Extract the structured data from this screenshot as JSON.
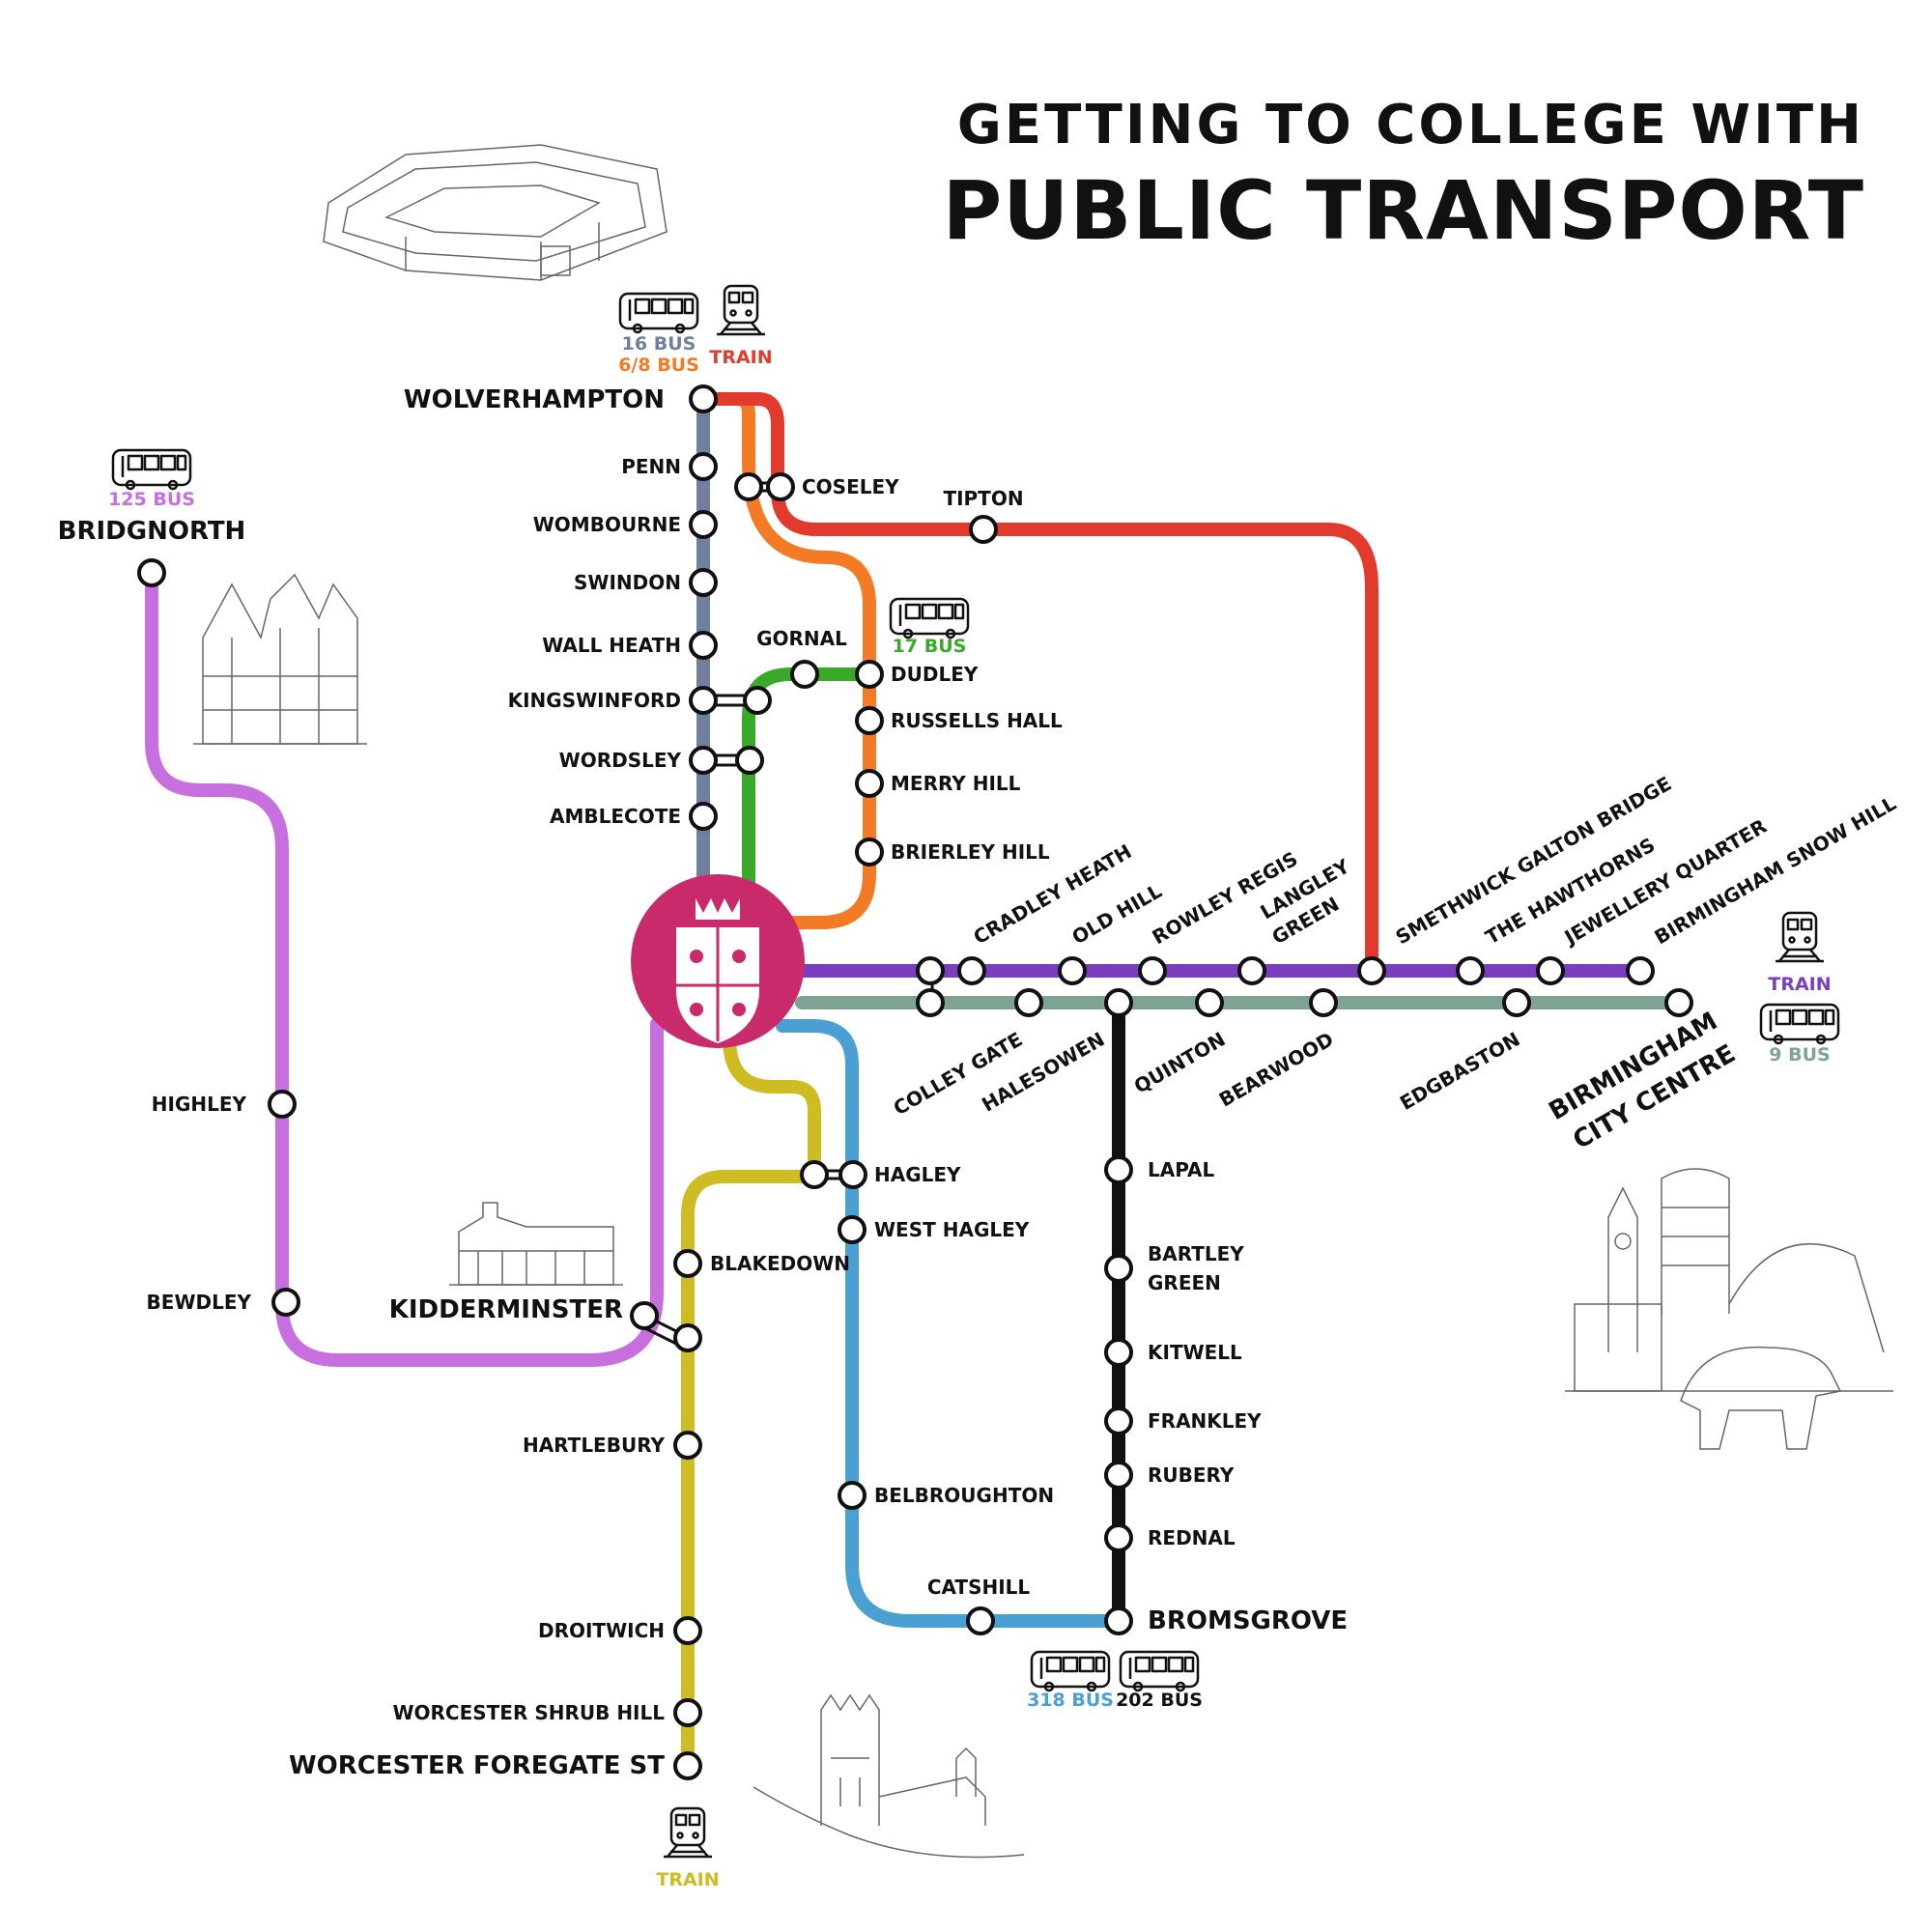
{
  "title": {
    "line1": "GETTING TO COLLEGE WITH",
    "line2": "PUBLIC TRANSPORT"
  },
  "colors": {
    "red_train": "#e23b2e",
    "orange_bus": "#f47b25",
    "slate_bus": "#6f7f9e",
    "green_bus": "#3aa829",
    "purple_train": "#7a3fbf",
    "sage_bus": "#7fa393",
    "lilac_bus": "#c86fe0",
    "yellow_train": "#cfbb22",
    "blue_bus": "#4ba0d3",
    "black_bus": "#111111",
    "college": "#c92a6b"
  },
  "services": {
    "wolverhampton_bus_a": "16 BUS",
    "wolverhampton_bus_b": "6/8 BUS",
    "wolverhampton_train": "TRAIN",
    "bridgnorth_bus": "125 BUS",
    "dudley_bus": "17 BUS",
    "birmingham_train": "TRAIN",
    "birmingham_bus": "9 BUS",
    "bromsgrove_bus_a": "318 BUS",
    "bromsgrove_bus_b": "202 BUS",
    "worcester_train": "TRAIN"
  },
  "stations": {
    "wolverhampton": "WOLVERHAMPTON",
    "penn": "PENN",
    "wombourne": "WOMBOURNE",
    "swindon": "SWINDON",
    "wall_heath": "WALL HEATH",
    "kingswinford": "KINGSWINFORD",
    "wordsley": "WORDSLEY",
    "amblecote": "AMBLECOTE",
    "coseley": "COSELEY",
    "tipton": "TIPTON",
    "gornal": "GORNAL",
    "dudley": "DUDLEY",
    "russells_hall": "RUSSELLS HALL",
    "merry_hill": "MERRY HILL",
    "brierley_hill": "BRIERLEY HILL",
    "bridgnorth": "BRIDGNORTH",
    "highley": "HIGHLEY",
    "bewdley": "BEWDLEY",
    "kidderminster": "KIDDERMINSTER",
    "cradley_heath": "CRADLEY HEATH",
    "old_hill": "OLD HILL",
    "rowley_regis": "ROWLEY REGIS",
    "langley_green_1": "LANGLEY",
    "langley_green_2": "GREEN",
    "smethwick": "SMETHWICK GALTON BRIDGE",
    "hawthorns": "THE HAWTHORNS",
    "jewellery": "JEWELLERY QUARTER",
    "snow_hill": "BIRMINGHAM SNOW HILL",
    "colley_gate": "COLLEY GATE",
    "halesowen": "HALESOWEN",
    "quinton": "QUINTON",
    "bearwood": "BEARWOOD",
    "edgbaston": "EDGBASTON",
    "birmingham_1": "BIRMINGHAM",
    "birmingham_2": "CITY CENTRE",
    "hagley": "HAGLEY",
    "west_hagley": "WEST HAGLEY",
    "blakedown": "BLAKEDOWN",
    "hartlebury": "HARTLEBURY",
    "droitwich": "DROITWICH",
    "worcester_shrub_hill": "WORCESTER SHRUB HILL",
    "worcester_foregate": "WORCESTER FOREGATE ST",
    "belbroughton": "BELBROUGHTON",
    "catshill": "CATSHILL",
    "bromsgrove": "BROMSGROVE",
    "lapal": "LAPAL",
    "bartley_green_1": "BARTLEY",
    "bartley_green_2": "GREEN",
    "kitwell": "KITWELL",
    "frankley": "FRANKLEY",
    "rubery": "RUBERY",
    "rednal": "REDNAL"
  },
  "icons": {
    "bus": "bus-icon",
    "train": "train-icon",
    "college_crest": "crest-icon"
  }
}
